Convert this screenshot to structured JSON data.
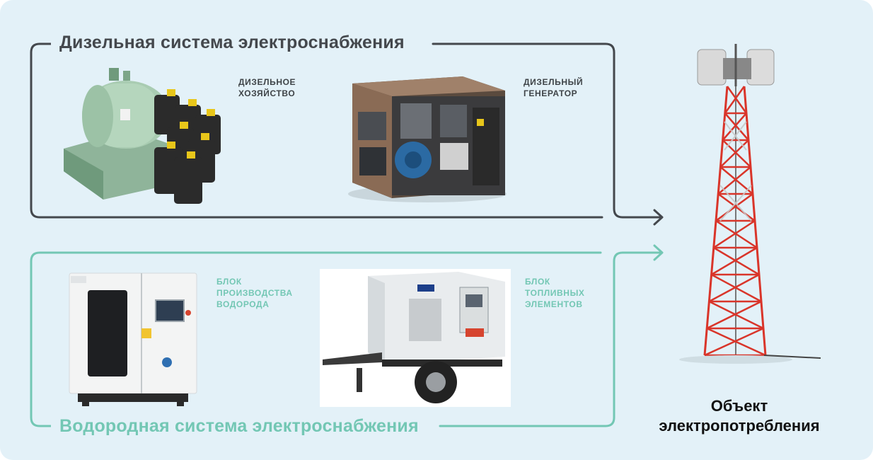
{
  "diesel_system": {
    "title": "Дизельная система электроснабжения",
    "color": "#44484d",
    "items": [
      {
        "caption_lines": [
          "ДИЗЕЛЬНОЕ",
          "ХОЗЯЙСТВО"
        ]
      },
      {
        "caption_lines": [
          "ДИЗЕЛЬНЫЙ",
          "ГЕНЕРАТОР"
        ]
      }
    ]
  },
  "hydrogen_system": {
    "title": "Водородная система электроснабжения",
    "color": "#73c7b4",
    "items": [
      {
        "caption_lines": [
          "БЛОК",
          "ПРОИЗВОДСТВА",
          "ВОДОРОДА"
        ]
      },
      {
        "caption_lines": [
          "БЛОК",
          "ТОПЛИВНЫХ",
          "ЭЛЕМЕНТОВ"
        ]
      }
    ]
  },
  "target": {
    "label_lines": [
      "Объект",
      "электропотребления"
    ]
  },
  "icons": {
    "fuel_storage": "fuel-tank-and-canisters-image",
    "generator": "diesel-generator-image",
    "electrolyzer": "hydrogen-production-unit-image",
    "fuel_cell": "fuel-cell-trailer-image",
    "tower": "telecom-tower-image"
  },
  "colors": {
    "background": "#e3f1f8",
    "tower_red": "#d9352a"
  }
}
